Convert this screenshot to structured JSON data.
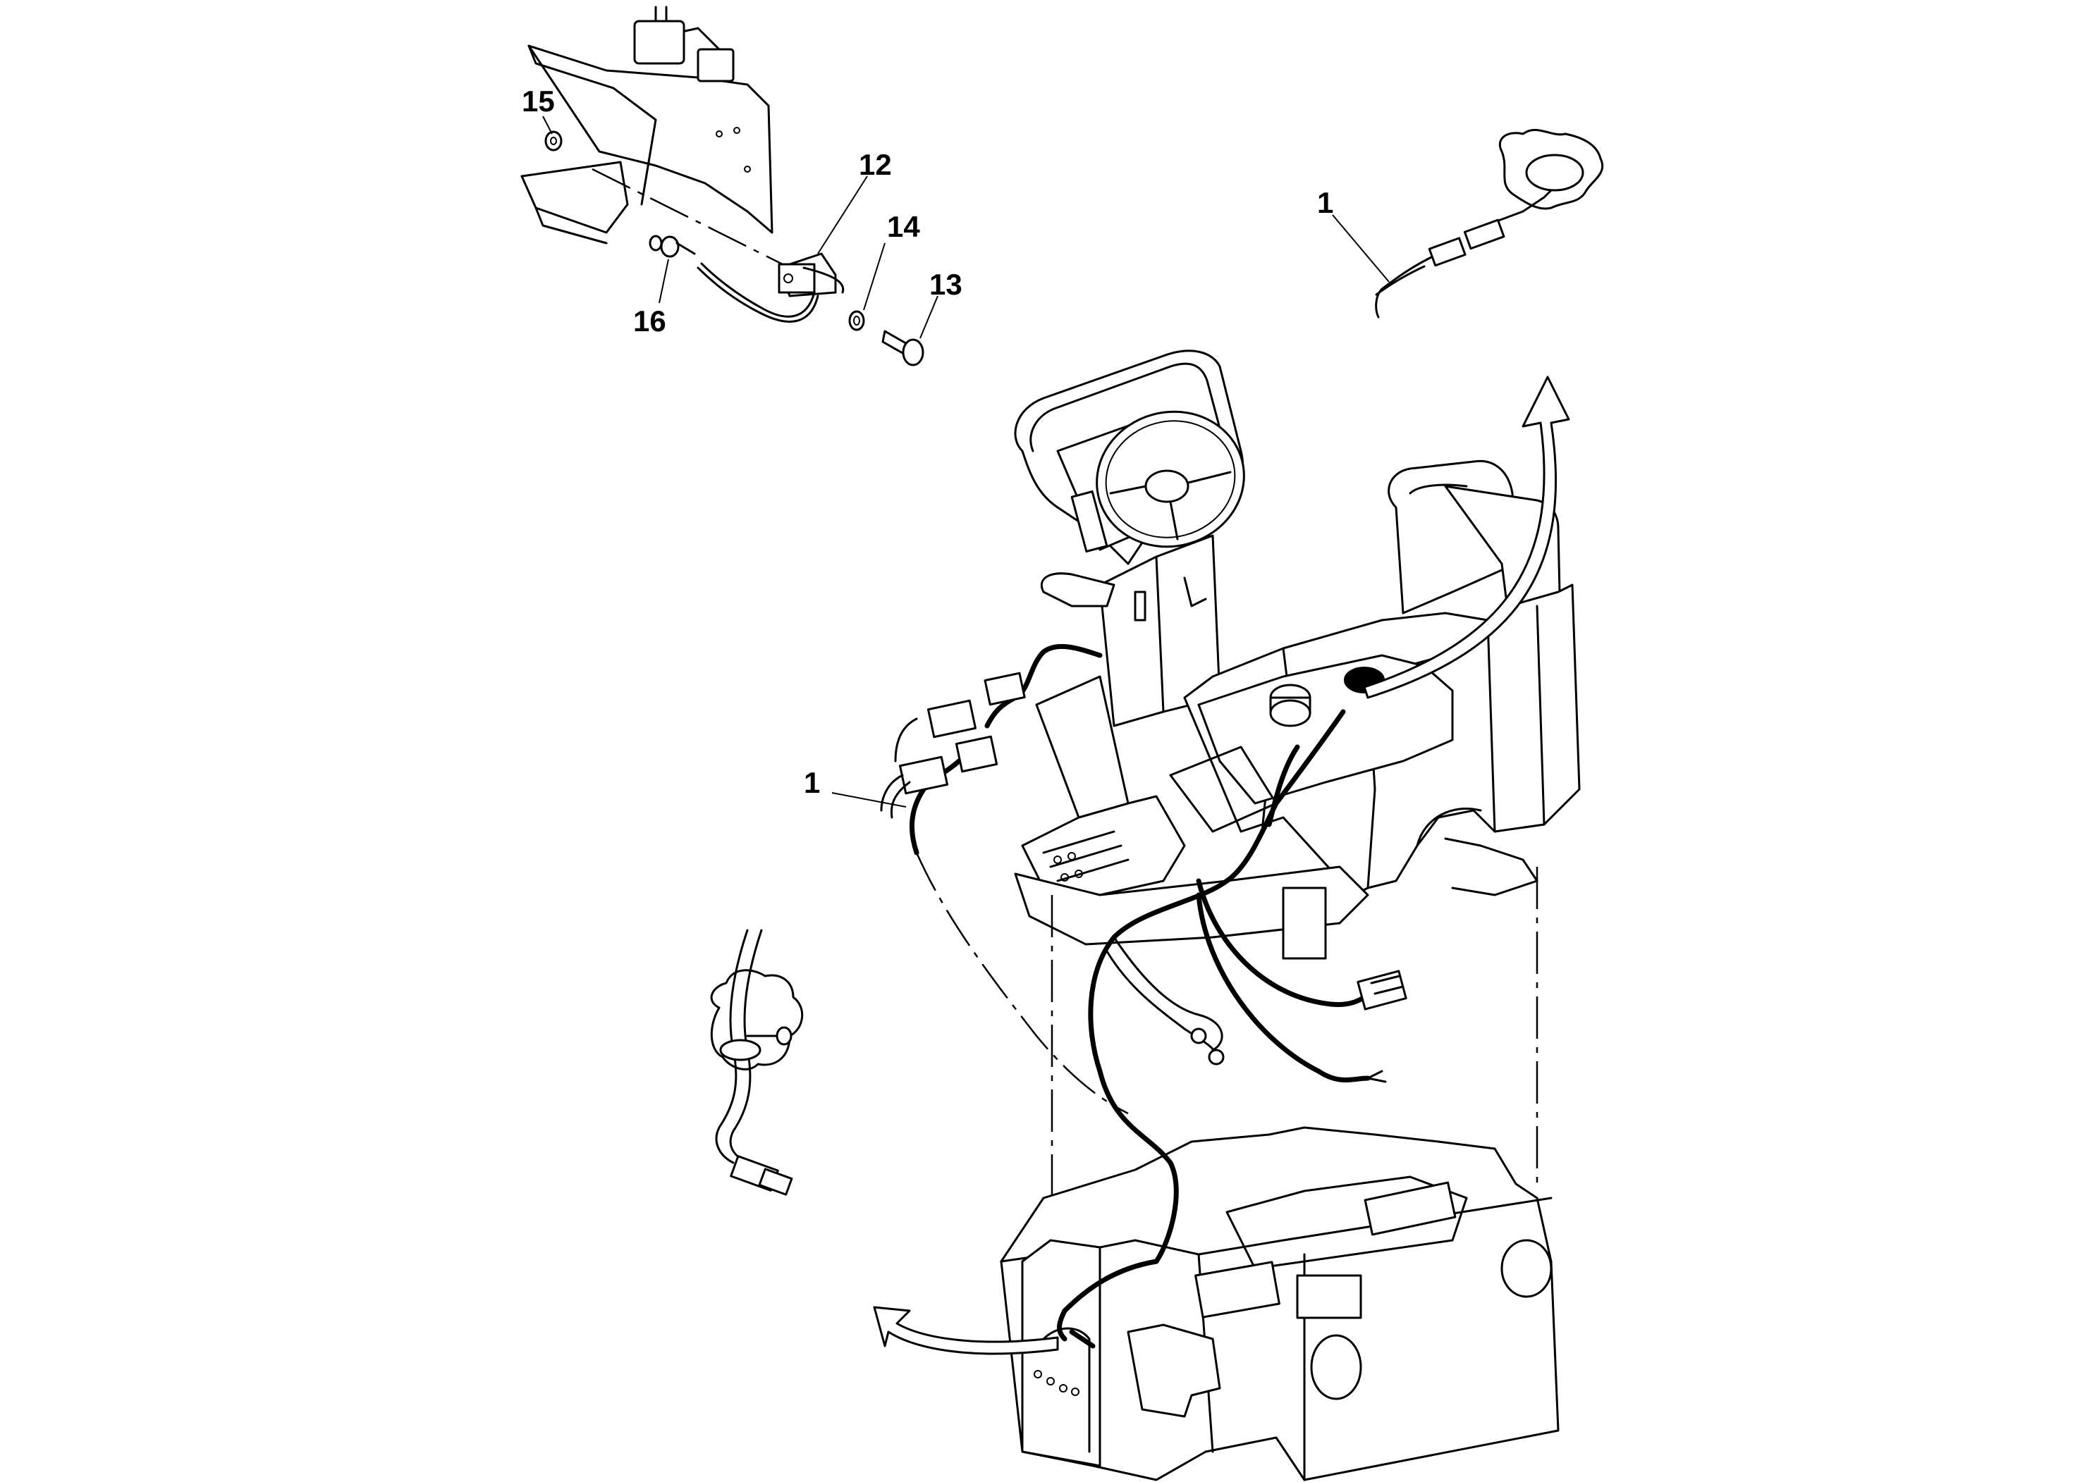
{
  "callouts": {
    "c12": "12",
    "c13": "13",
    "c14": "14",
    "c15": "15",
    "c16": "16",
    "c1_top": "1",
    "c1_left": "1"
  }
}
